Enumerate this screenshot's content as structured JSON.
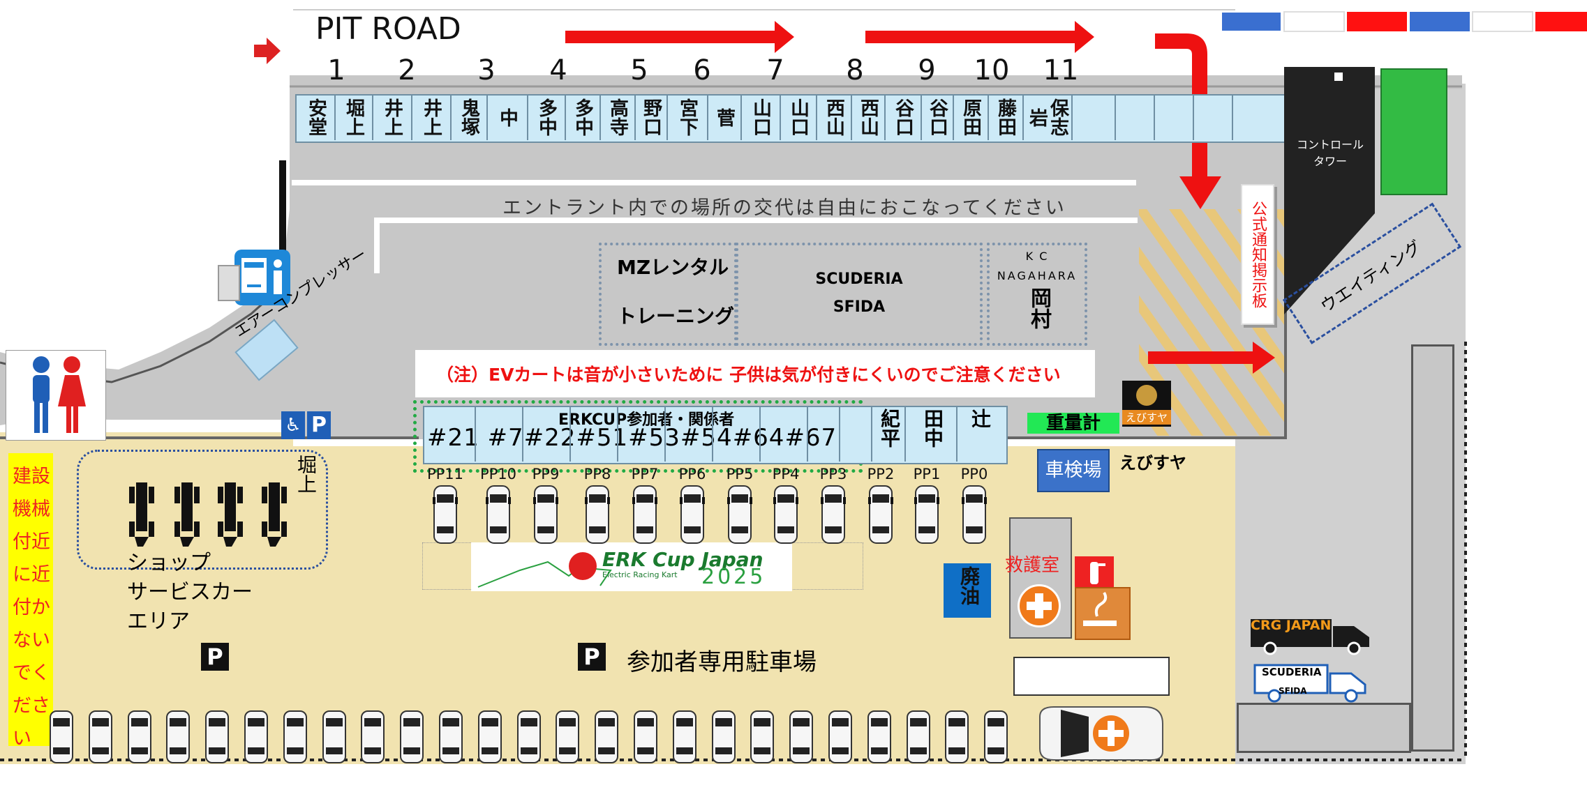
{
  "pit_road": {
    "label": "PIT  ROAD",
    "numbers": [
      "1",
      "2",
      "3",
      "4",
      "5",
      "6",
      "7",
      "8",
      "9",
      "10",
      "11"
    ],
    "stalls": [
      "安堂",
      "堀上",
      "井上",
      "井上",
      "鬼塚",
      "中",
      "多中",
      "多中",
      "高寺",
      "野口",
      "宮下",
      "菅",
      "山口",
      "山口",
      "西山",
      "西山",
      "谷口",
      "谷口",
      "原田",
      "藤田",
      "保志岩",
      "",
      "",
      "",
      ""
    ]
  },
  "notices": {
    "entrant_swap": "エントラント内での場所の交代は自由におこなってください",
    "ev_caution": "（注）EVカートは音が小さいために 子供は気が付きにくいのでご注意ください",
    "official_board": "公式通知掲示板"
  },
  "teams": {
    "mz_rental": "MZレンタル",
    "training": "トレーニング",
    "scuderia": "SCUDERIA",
    "sfida": "SFIDA",
    "kc": "K C",
    "nagahara": "NAGAHARA",
    "okamura": "岡村"
  },
  "erk_area": {
    "title": "ERKCUP参加者・関係者",
    "numbers": "#21 #7#22#51#53#54#64#67",
    "stalls": [
      "紀平",
      "田中",
      "辻"
    ]
  },
  "pp_labels": [
    "PP11",
    "PP10",
    "PP9",
    "PP8",
    "PP7",
    "PP6",
    "PP5",
    "PP4",
    "PP3",
    "PP2",
    "PP1",
    "PP0"
  ],
  "facilities": {
    "control_tower": "コントロールタワー",
    "waiting": "ウエイティング",
    "compressor": "エアーコンプレッサー",
    "scale": "重量計",
    "ebisuya_badge": "えびすヤ",
    "ebisuya": "えびすヤ",
    "inspection": "車検場",
    "first_aid": "救護室",
    "waste_oil": "廃油",
    "horigami": "堀上",
    "shop": "ショップ",
    "service_car": "サービスカー",
    "area": "エリア",
    "parking": "参加者専用駐車場",
    "construction_warning": "建設機械付近に近付かないでください",
    "p": "P"
  },
  "logo": {
    "erk": "ERK Cup Japan",
    "erk_sub": "Electric Racing Kart",
    "year": "2025"
  },
  "trucks": {
    "crg": "CRG JAPAN",
    "scuderia": "SCUDERIA",
    "sfida": "SFIDA"
  },
  "colors": {
    "arrow": "#ee1111",
    "stall_bg": "#cdeaf7",
    "asphalt": "#c8c8c8",
    "paddock": "#f1e3b0",
    "warning_bg": "#ffff00",
    "warning_text": "#ee2222",
    "green": "#33bb44",
    "blue_sign": "#2a6fcf"
  },
  "icons": [
    "arrow-right-icon",
    "arrow-down-icon",
    "toilet-icon",
    "vending-machine-icon",
    "wheelchair-icon",
    "parking-icon",
    "fire-extinguisher-icon",
    "smoking-icon",
    "first-aid-icon",
    "kart-icon",
    "car-icon",
    "truck-icon"
  ]
}
